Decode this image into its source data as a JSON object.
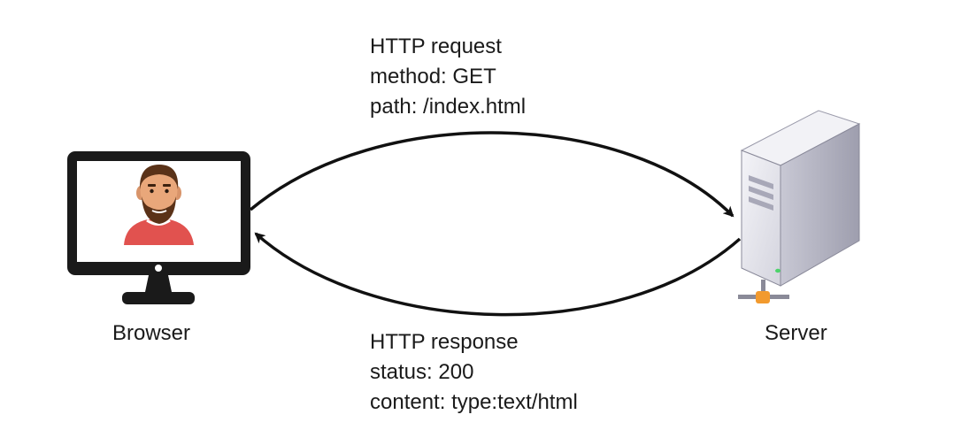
{
  "browser": {
    "label": "Browser"
  },
  "server": {
    "label": "Server"
  },
  "request": {
    "title": "HTTP request",
    "method_line": "method: GET",
    "path_line": "path: /index.html"
  },
  "response": {
    "title": "HTTP response",
    "status_line": "status: 200",
    "content_line": "content: type:text/html"
  },
  "colors": {
    "monitor": "#1a1a1a",
    "shirt": "#e1524f",
    "skin": "#e9a77a",
    "hair": "#5a3218",
    "server_body": "#e7e7ee",
    "server_side": "#b9b9c6",
    "server_led": "#4cd36a",
    "connector": "#f29a2e"
  }
}
